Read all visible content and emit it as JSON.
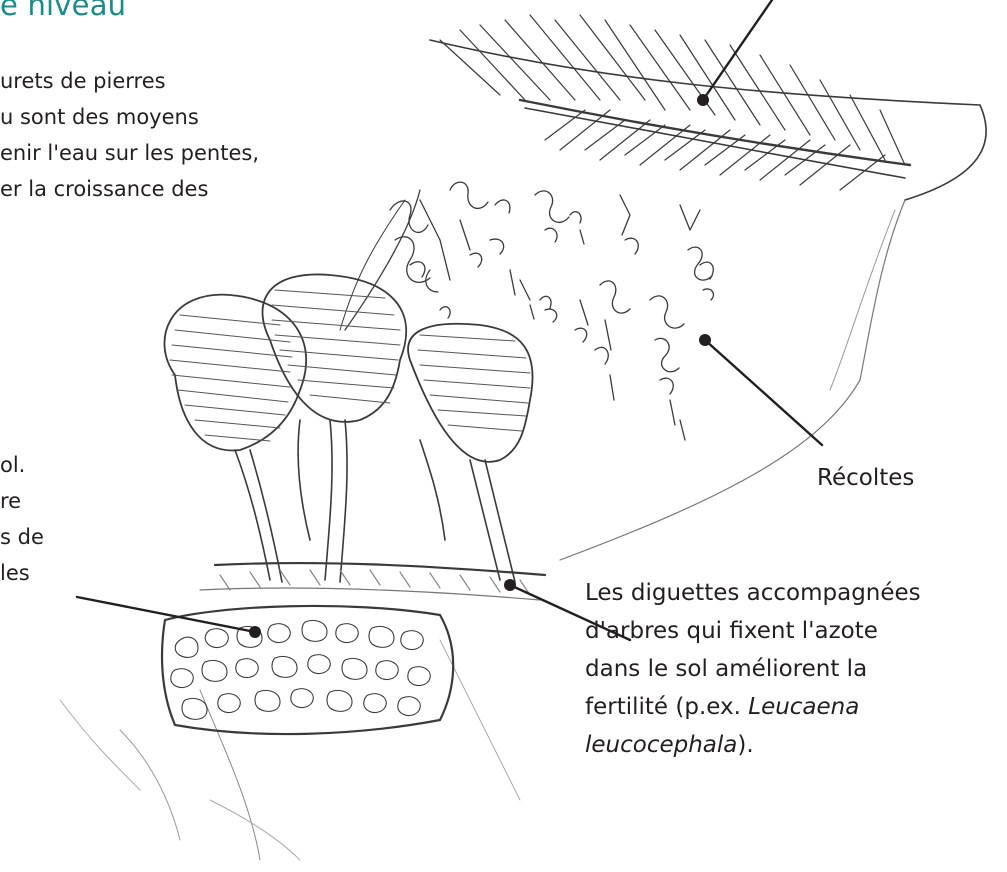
{
  "heading": "e niveau",
  "intro_lines": [
    "urets de pierres",
    "u sont des moyens",
    "enir l'eau sur les pentes,",
    "er la croissance des"
  ],
  "left_note_lines": [
    "ol.",
    "re",
    "s de",
    "les"
  ],
  "labels": {
    "recoltes": "Récoltes",
    "diguettes": {
      "line1": "Les diguettes accompagnées",
      "line2": "d'arbres qui fixent l'azote",
      "line3": "dans le sol améliorent la",
      "line4_prefix": "fertilité (p.ex. ",
      "line4_italic": "Leucaena",
      "line5_italic": "leucocephala",
      "line5_suffix": ")."
    }
  },
  "colors": {
    "heading": "#1a8a8a",
    "text": "#231f20",
    "sketch": "#3a3a3a"
  }
}
